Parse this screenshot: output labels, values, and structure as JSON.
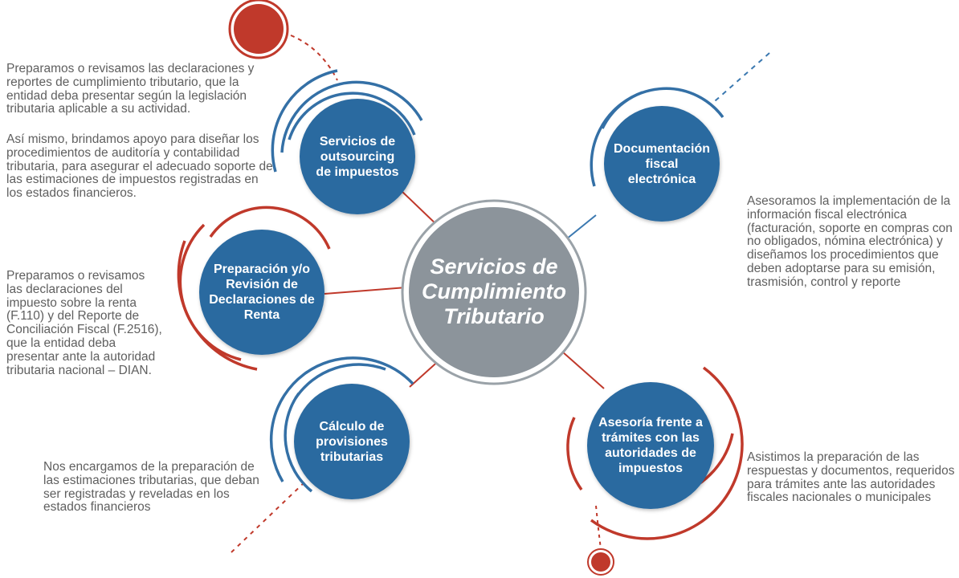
{
  "center": {
    "title": "Servicios de Cumplimiento Tributario"
  },
  "nodes": [
    {
      "id": "outsourcing",
      "label": "Servicios de outsourcing de impuestos",
      "descriptions": [
        "Preparamos o revisamos las declaraciones y reportes de cumplimiento tributario, que la entidad deba presentar según la legislación tributaria aplicable a su actividad.",
        "Así mismo, brindamos apoyo para diseñar los procedimientos de auditoría y contabilidad tributaria, para asegurar el adecuado soporte de las estimaciones de impuestos registradas en los estados financieros."
      ]
    },
    {
      "id": "documentacion",
      "label": "Documentación fiscal electrónica",
      "descriptions": [
        "Asesoramos la implementación de la información fiscal electrónica (facturación, soporte en compras con no obligados, nómina electrónica) y diseñamos los procedimientos que deben adoptarse para su emisión, trasmisión, control y reporte"
      ]
    },
    {
      "id": "renta",
      "label": "Preparación y/o Revisión de Declaraciones de Renta",
      "descriptions": [
        "Preparamos o revisamos las declaraciones del impuesto sobre la renta (F.110) y del Reporte de Conciliación Fiscal (F.2516), que la entidad deba presentar ante la autoridad tributaria nacional – DIAN."
      ]
    },
    {
      "id": "provisiones",
      "label": "Cálculo de provisiones tributarias",
      "descriptions": [
        "Nos encargamos de la preparación de las estimaciones tributarias, que deban ser registradas y reveladas en los estados financieros"
      ]
    },
    {
      "id": "asesoria",
      "label": "Asesoría frente a trámites con las autoridades de impuestos",
      "descriptions": [
        "Asistimos la preparación de las respuestas y documentos, requeridos para trámites ante las autoridades fiscales nacionales o municipales"
      ]
    }
  ],
  "colors": {
    "node_blue": "#2c6aa0",
    "ring_blue": "#3470a6",
    "accent_red": "#c0392b",
    "center_gray": "#8c949b",
    "connector_red": "#c0392b",
    "connector_blue": "#3a78b0",
    "text_gray": "#5f5f5f"
  }
}
